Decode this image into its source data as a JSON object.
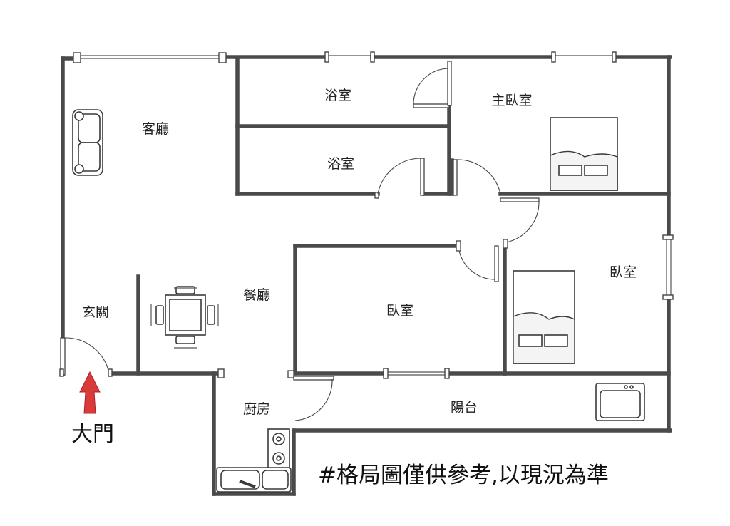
{
  "rooms": {
    "living_room": "客廳",
    "bathroom_1": "浴室",
    "bathroom_2": "浴室",
    "master_bedroom": "主臥室",
    "entrance": "玄關",
    "dining_room": "餐廳",
    "bedroom_center": "臥室",
    "bedroom_right": "臥室",
    "kitchen": "廚房",
    "balcony": "陽台"
  },
  "main_door_label": "大門",
  "disclaimer": "#格局圖僅供參考,以現況為準",
  "colors": {
    "wall": "#4a4a4a",
    "entry_arrow": "#d93a3a"
  }
}
